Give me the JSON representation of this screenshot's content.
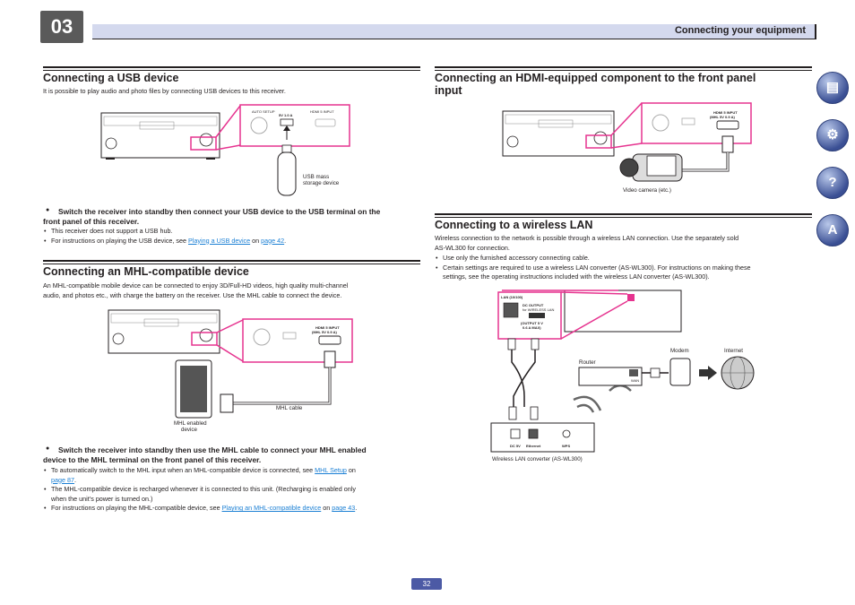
{
  "chapter": "03",
  "header": {
    "title": "Connecting your equipment"
  },
  "usb": {
    "title": "Connecting a USB device",
    "intro": "It is possible to play audio and photo files by connecting USB devices to this receiver.",
    "fig_caption": [
      "USB mass",
      "storage device"
    ],
    "step": [
      "Switch the receiver into standby then connect your USB device to the USB terminal on the",
      "front panel of this receiver."
    ],
    "bullets": {
      "b1": "This receiver does not support a USB hub.",
      "b2_pre": "For instructions on playing the USB device, see ",
      "b2_link1": "Playing a USB device",
      "b2_mid": " on ",
      "b2_link2": "page 42",
      "b2_post": "."
    }
  },
  "mhl": {
    "title": "Connecting an MHL-compatible device",
    "intro": [
      "An MHL-compatible mobile device can be connected to enjoy 3D/Full-HD videos, high quality multi-channel",
      "audio, and photos etc., with charge the battery on the receiver. Use the MHL cable to connect the device."
    ],
    "fig_device_caption": [
      "MHL enabled",
      "device"
    ],
    "fig_cable_caption": "MHL cable",
    "step": [
      "Switch the receiver into standby then use the MHL cable to connect your MHL enabled",
      "device to the MHL terminal on the front panel of this receiver."
    ],
    "bullets": {
      "b1_pre": "To automatically switch to the MHL input when an MHL-compatible device is connected, see ",
      "b1_link1": "MHL Setup",
      "b1_mid": " on",
      "b1_link2": "page 87",
      "b1_post": ".",
      "b2a": "The MHL-compatible device is recharged whenever it is connected to this unit. (Recharging is enabled only",
      "b2b": "when the unit’s power is turned on.)",
      "b3_pre": "For instructions on playing the MHL-compatible device, see ",
      "b3_link1": "Playing an MHL-compatible device",
      "b3_mid": " on ",
      "b3_link2": "page 43",
      "b3_post": "."
    }
  },
  "hdmi": {
    "title": [
      "Connecting an HDMI-equipped component to the front panel",
      "input"
    ],
    "fig_caption": "Video camera (etc.)"
  },
  "wlan": {
    "title": "Connecting to a wireless LAN",
    "intro": [
      "Wireless connection to the network is possible through a wireless LAN connection. Use the separately sold",
      "AS-WL300 for connection."
    ],
    "bullets": {
      "b1": "Use only the furnished accessory connecting cable.",
      "b2a": "Certain settings are required to use a wireless LAN converter (AS-WL300). For instructions on making these",
      "b2b": "settings, see the operating instructions included with the wireless LAN converter (AS-WL300)."
    },
    "fig": {
      "lan_label": "LAN (10/100)",
      "dc_output": "DC OUTPUT",
      "dc_sub": "for WIRELESS LAN",
      "output_spec": "(OUTPUT 5 V",
      "output_spec2": "0.6 A MAX)",
      "modem": "Modem",
      "internet": "Internet",
      "router": "Router",
      "wan": "WAN",
      "dc5v": "DC 5V",
      "ethernet": "Ethernet",
      "wps": "WPS",
      "converter_caption": "Wireless LAN converter (AS-WL300)"
    }
  },
  "panel": {
    "usb_label": "5V 1.0 A",
    "hdmi_label": "HDMI 5 INPUT",
    "mhl_label": "(MHL 5V 0.9 A)",
    "video_label": "AUTO SETUP"
  },
  "page_number": "32",
  "colors": {
    "accent": "#e6338f",
    "header_bg": "#d4d9ee",
    "link": "#1a7fd4",
    "page_tab": "#4c5aa5"
  },
  "side_icons": [
    "book-icon",
    "settings-icon",
    "faq-icon",
    "glossary-icon"
  ]
}
